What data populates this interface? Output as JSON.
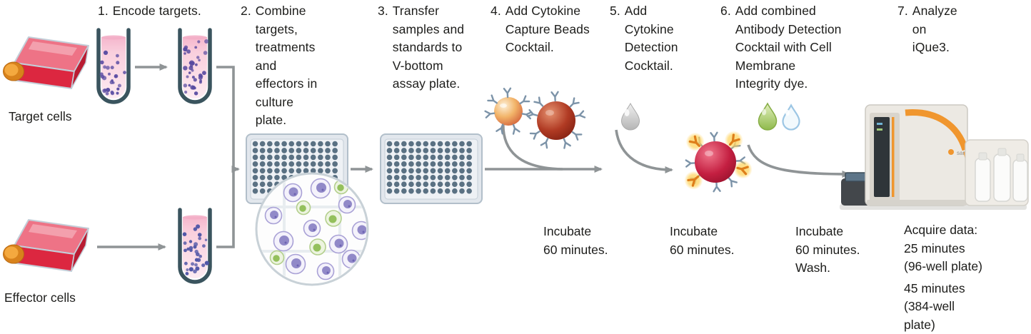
{
  "steps": [
    {
      "num": "1.",
      "text": "Encode targets."
    },
    {
      "num": "2.",
      "text": "Combine targets, treatments and effectors in culture plate."
    },
    {
      "num": "3.",
      "text": "Transfer samples and standards to V-bottom assay plate."
    },
    {
      "num": "4.",
      "text": "Add Cytokine Capture Beads Cocktail."
    },
    {
      "num": "5.",
      "text": "Add Cytokine Detection Cocktail."
    },
    {
      "num": "6.",
      "text": "Add combined Antibody Detection Cocktail with Cell Membrane Integrity dye."
    },
    {
      "num": "7.",
      "text": "Analyze on iQue3."
    }
  ],
  "labels": {
    "target_cells": "Target cells",
    "effector_cells": "Effector cells"
  },
  "incubate_notes": [
    {
      "lines": [
        "Incubate",
        "60 minutes."
      ]
    },
    {
      "lines": [
        "Incubate",
        "60 minutes."
      ]
    },
    {
      "lines": [
        "Incubate",
        "60 minutes.",
        "Wash."
      ]
    }
  ],
  "acquire": {
    "block1": [
      "Acquire data:",
      "25 minutes",
      "(96-well plate)"
    ],
    "block2": [
      "45 minutes",
      "(384-well",
      "plate)"
    ]
  },
  "instrument": {
    "brand": "sartorius"
  },
  "colors": {
    "text": "#1d1d1b",
    "arrow": "#8f9496",
    "flask_red": "#dc2740",
    "cap_orange": "#f2a63e",
    "tube_outline": "#3a545e",
    "cell_dot_purple": "#5b4ea3",
    "plate_well": "#5a7183",
    "bead_orange": "#e8a45e",
    "bead_dark_red": "#a03325",
    "detection_bead_red": "#c41f41",
    "droplet_gray": "#c9c9c9",
    "droplet_green": "#9ec45c",
    "droplet_blue": "#aacfe9",
    "instrument_orange": "#f0962e",
    "instrument_body": "#ece9e3"
  }
}
